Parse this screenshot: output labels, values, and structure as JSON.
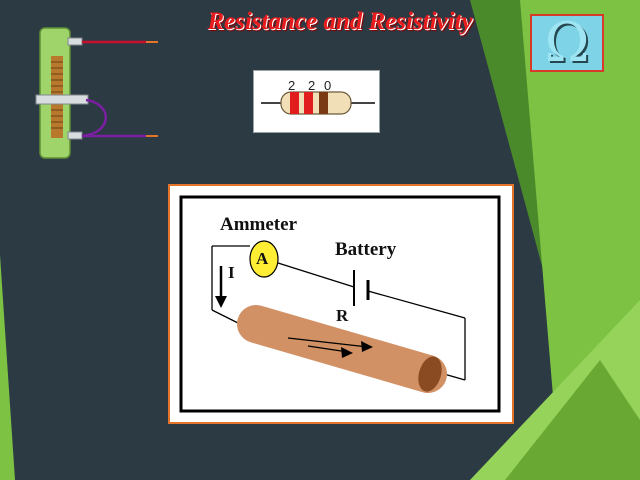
{
  "slide": {
    "title": "Resistance and Resistivity",
    "omega_symbol": "Ω"
  },
  "color_code": {
    "digits": [
      "2",
      "2",
      "0"
    ],
    "band_colors": [
      "#e21d1d",
      "#e21d1d",
      "#7a3b14"
    ]
  },
  "circuit": {
    "ammeter_label": "Ammeter",
    "ammeter_symbol": "A",
    "current_label": "I",
    "battery_label": "Battery",
    "resistance_label": "R"
  },
  "colors": {
    "background": "#2c3a44",
    "accent_green": "#7dc242",
    "title_red": "#e81c1c",
    "frame_orange": "#e3742a",
    "wire_red": "#c8102e",
    "wire_purple": "#7b1fa2",
    "rheostat_green": "#9ed46a",
    "rod": "#d19165"
  }
}
